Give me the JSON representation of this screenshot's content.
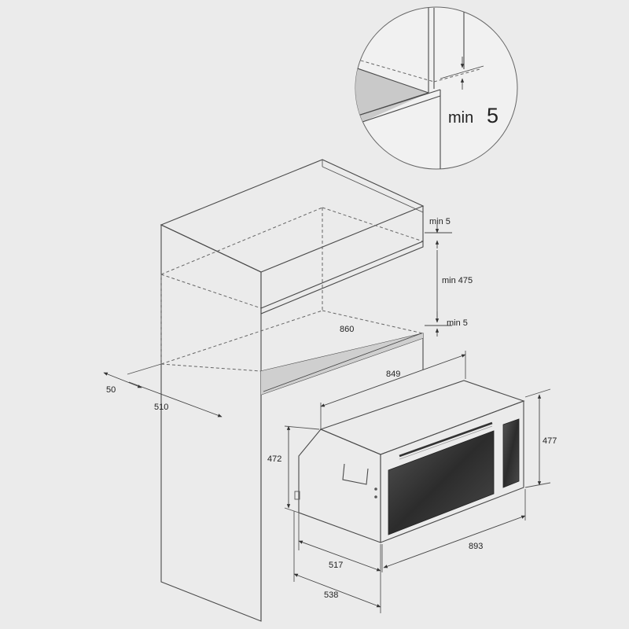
{
  "dimensions": {
    "detail_gap": {
      "prefix": "min",
      "value": "5"
    },
    "top_gap": "min 5",
    "niche_height": "min 475",
    "bottom_gap": "min 5",
    "niche_width": "860",
    "rear_gap": "50",
    "cabinet_depth": "510",
    "trim_width": "849",
    "body_height": "472",
    "front_height": "477",
    "front_width": "893",
    "body_depth": "517",
    "total_depth": "538"
  },
  "colors": {
    "background": "#ebebeb",
    "line": "#4a4a4a",
    "niche_floor": "#cfcfcf",
    "oven_window": "#3a3a3a"
  }
}
